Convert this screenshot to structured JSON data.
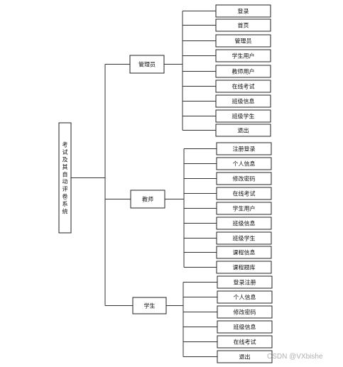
{
  "root": "考试及其自动评卷系统",
  "branches": [
    {
      "label": "管理员",
      "children": [
        "登录",
        "首页",
        "管理员",
        "学生用户",
        "教师用户",
        "在线考试",
        "班级信息",
        "班级学生",
        "退出"
      ]
    },
    {
      "label": "教师",
      "children": [
        "注册登录",
        "个人信息",
        "修改密码",
        "在线考试",
        "学生用户",
        "班级信息",
        "班级学生",
        "课程信息",
        "课程题库"
      ]
    },
    {
      "label": "学生",
      "children": [
        "登录注册",
        "个人信息",
        "修改密码",
        "班级信息",
        "在线考试",
        "退出"
      ]
    }
  ],
  "watermark": "CSDN @VXbishe"
}
